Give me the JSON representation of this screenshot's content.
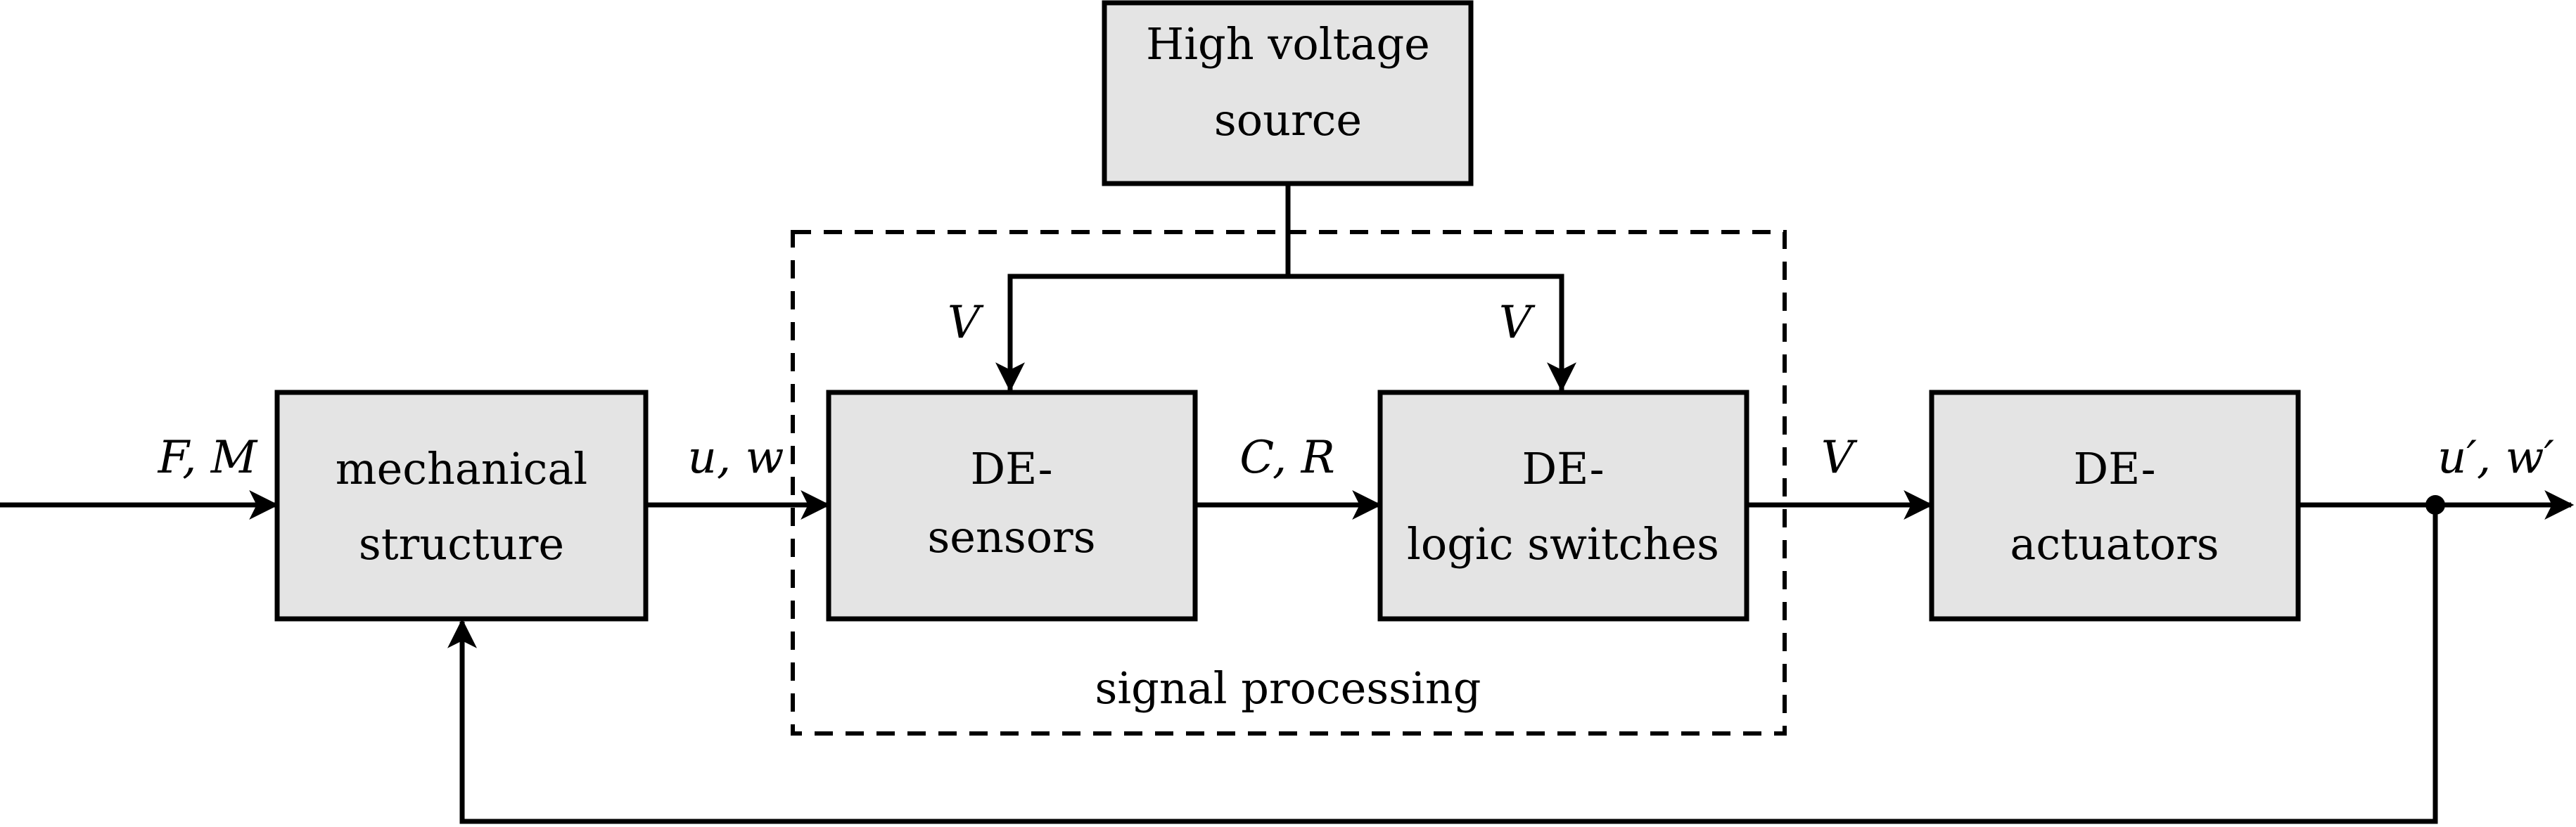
{
  "diagram": {
    "background": "#ffffff",
    "box_fill": "#e4e4e4",
    "stroke_color": "#000000",
    "blocks": {
      "high_voltage": {
        "line1": "High voltage",
        "line2": "source"
      },
      "mechanical": {
        "line1": "mechanical",
        "line2": "structure"
      },
      "sensors": {
        "line1": "DE-",
        "line2": "sensors"
      },
      "logic": {
        "line1": "DE-",
        "line2": "logic switches"
      },
      "actuators": {
        "line1": "DE-",
        "line2": "actuators"
      }
    },
    "group": {
      "label": "signal processing"
    },
    "signals": {
      "input": "F, M",
      "mech_to_sensors": "u, w",
      "sensors_to_logic": "C, R",
      "logic_to_actuators": "V",
      "supply_sensors": "V",
      "supply_logic": "V",
      "output": "u′, w′"
    }
  }
}
